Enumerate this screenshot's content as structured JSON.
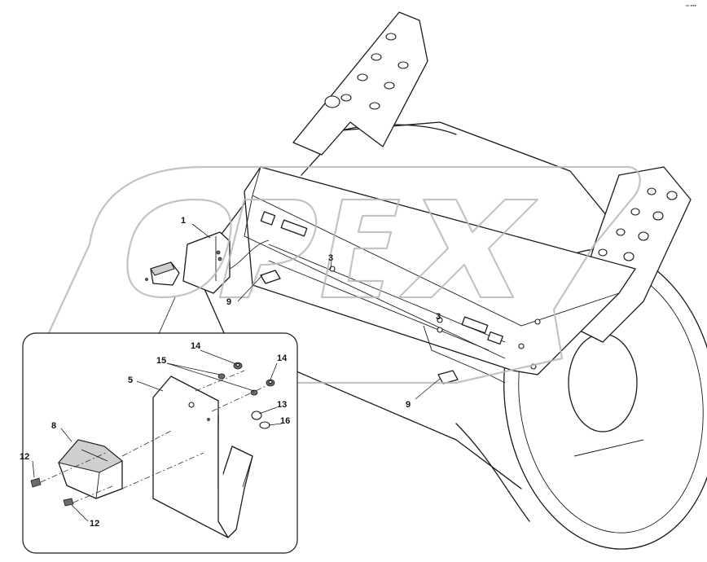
{
  "callouts": {
    "c1": "1",
    "c3a": "3",
    "c3b": "3",
    "c5": "5",
    "c8": "8",
    "c9a": "9",
    "c9b": "9",
    "c12a": "12",
    "c12b": "12",
    "c13": "13",
    "c14a": "14",
    "c14b": "14",
    "c15": "15",
    "c16": "16"
  },
  "watermark": "OPEX",
  "corner_mark": "ab ●●●"
}
